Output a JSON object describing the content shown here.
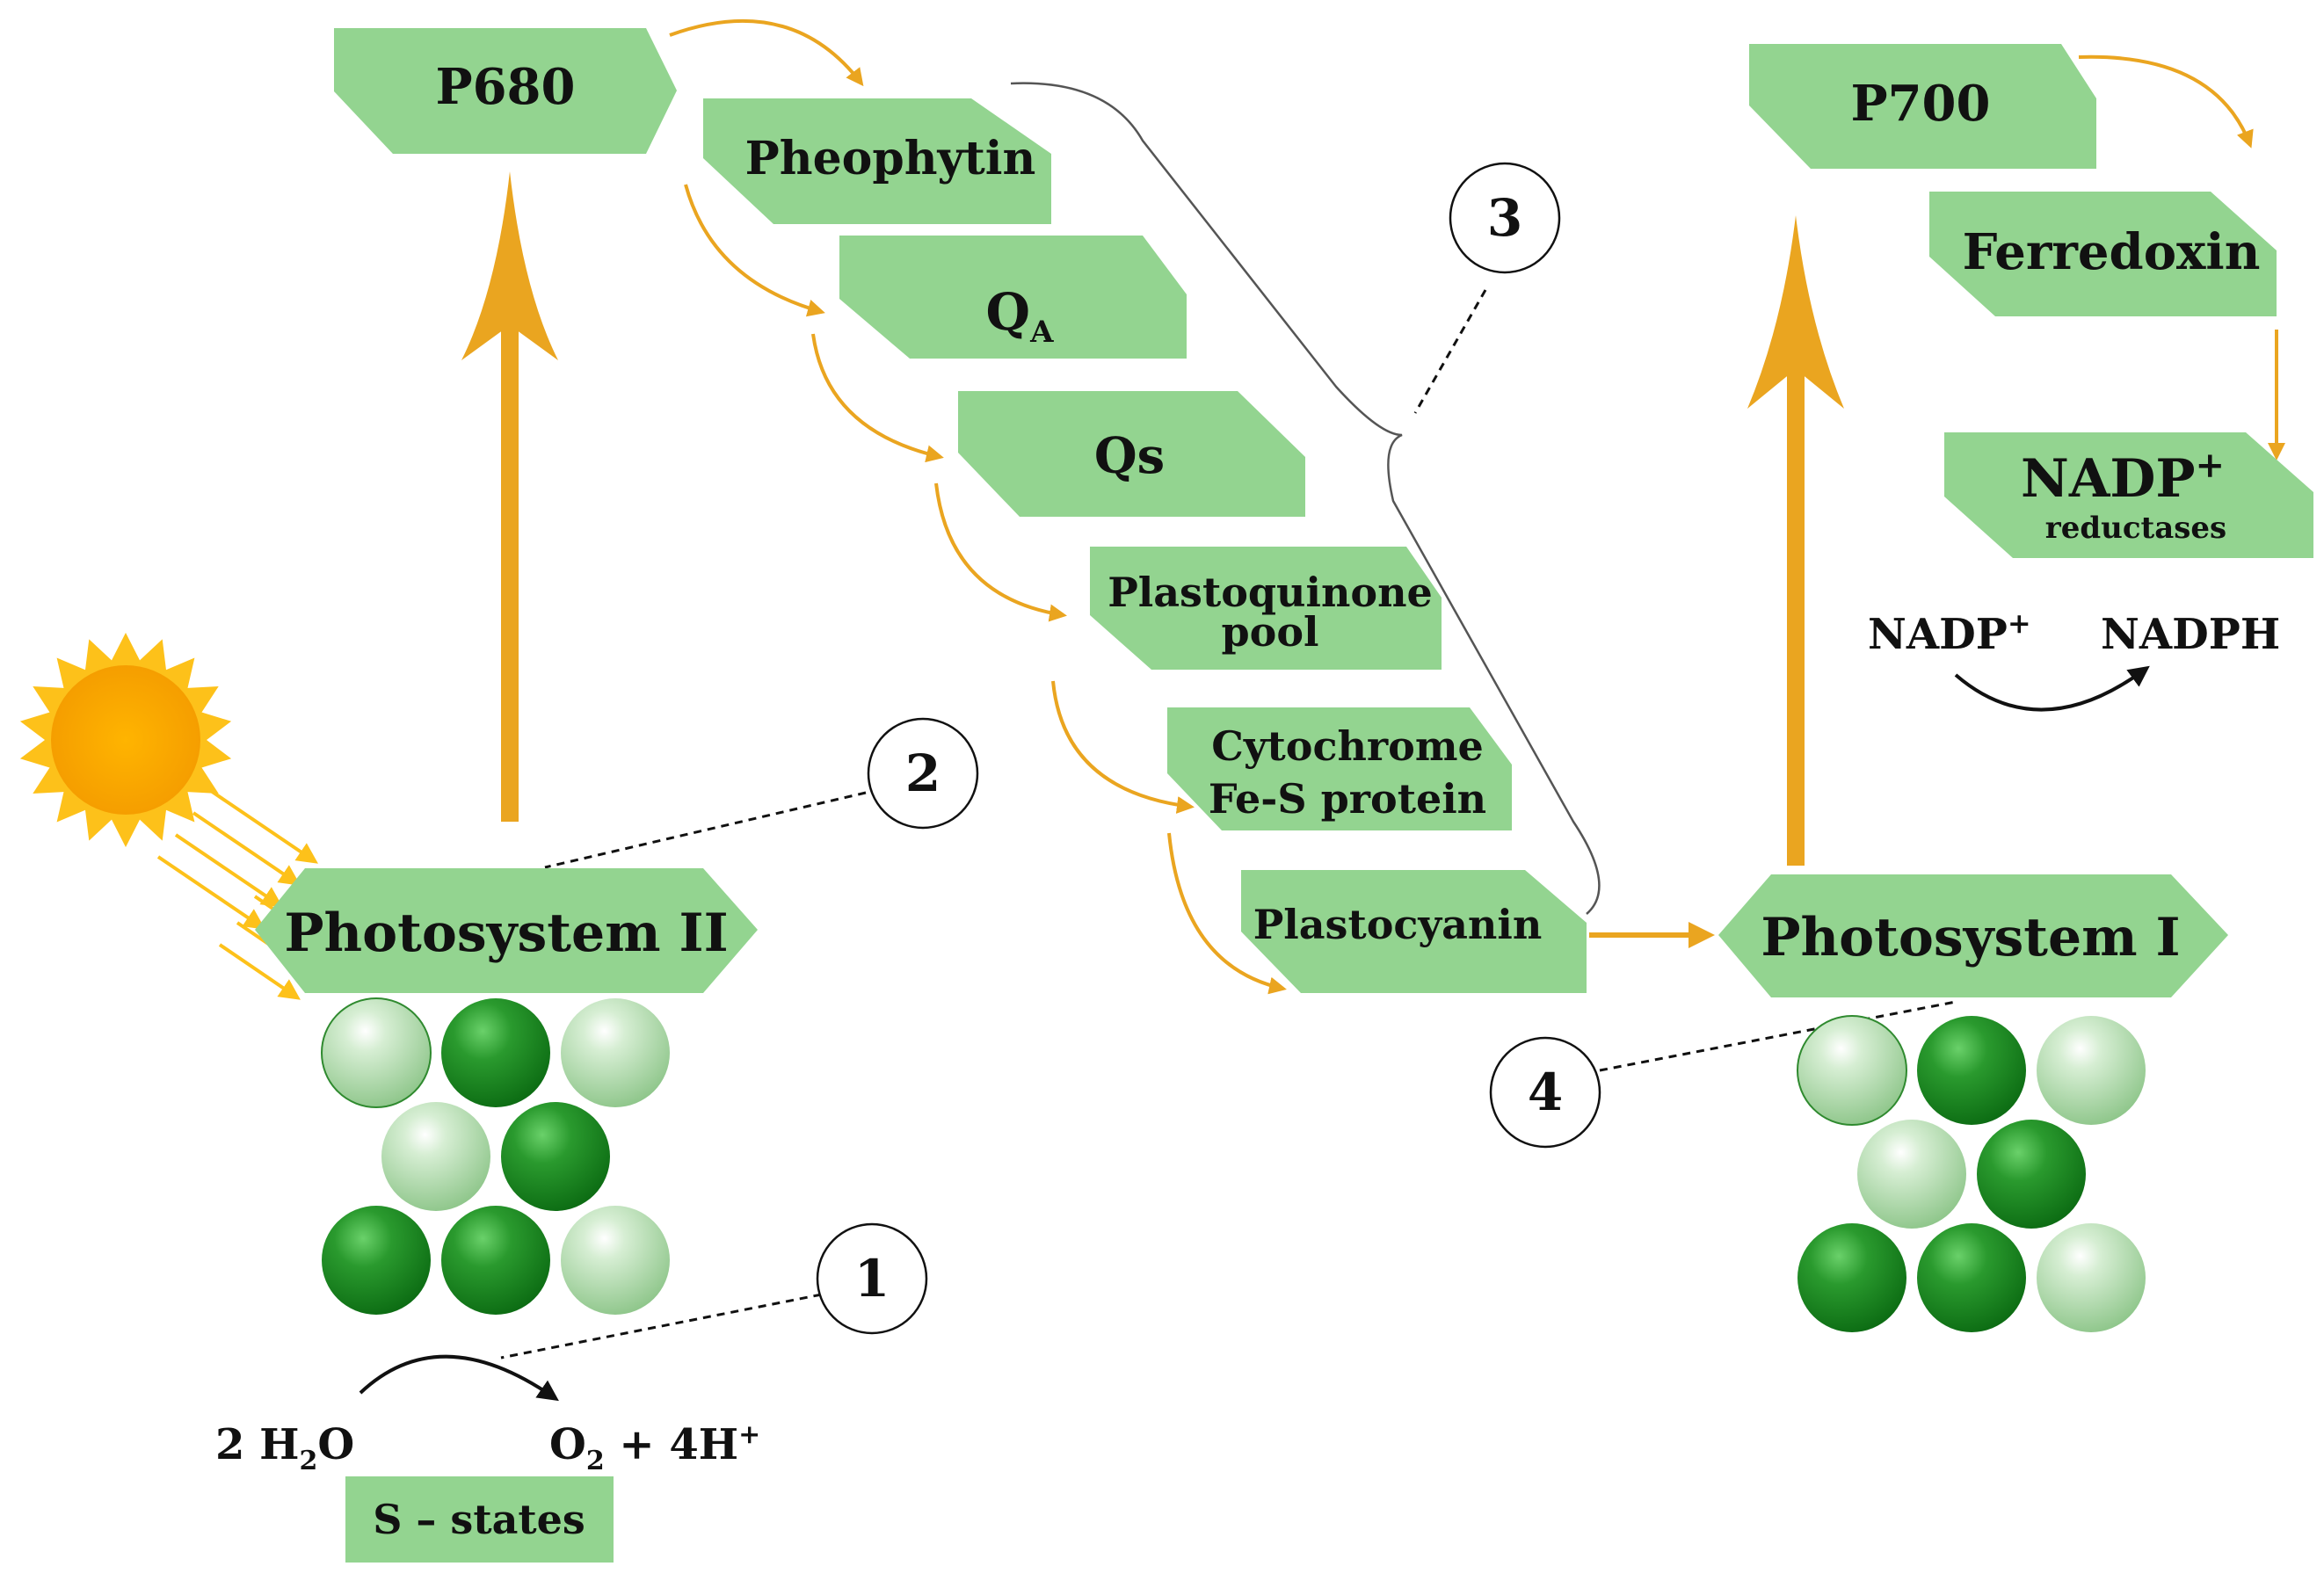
{
  "colors": {
    "box_fill": "#93d490",
    "arrow": "#eaa520",
    "dark_green": "#1f8a24",
    "light_green": "#a8d6a4",
    "sun_core": "#f6a800",
    "sun_rays": "#fdc11a",
    "text": "#111111"
  },
  "psii": {
    "p680": "P680",
    "label": "Photosystem II"
  },
  "etc": {
    "pheophytin": "Pheophytin",
    "qa_main": "Q",
    "qa_sub": "A",
    "qs": "Qs",
    "plastoquinone_line1": "Plastoquinone",
    "plastoquinone_line2": "pool",
    "cytochrome_line1": "Cytochrome",
    "cytochrome_line2": "Fe-S protein",
    "plastocyanin": "Plastocyanin"
  },
  "psi": {
    "p700": "P700",
    "ferredoxin": "Ferredoxin",
    "nadp_reductase_main": "NADP",
    "nadp_reductase_sup": "+",
    "nadp_reductase_sub": "reductases",
    "label": "Photosystem I"
  },
  "reaction_nadp": {
    "reactant_main": "NADP",
    "reactant_sup": "+",
    "product": "NADPH"
  },
  "water_split": {
    "reactant_coef": "2 H",
    "reactant_sub": "2",
    "reactant_end": "O",
    "product_o": "O",
    "product_o_sub": "2",
    "product_h": " + 4H",
    "product_h_sup": "+",
    "s_states": "S – states"
  },
  "markers": [
    "1",
    "2",
    "3",
    "4"
  ],
  "icons": {
    "sun": "sun-icon",
    "pigment_cluster": "chlorophyll-sphere-cluster"
  }
}
